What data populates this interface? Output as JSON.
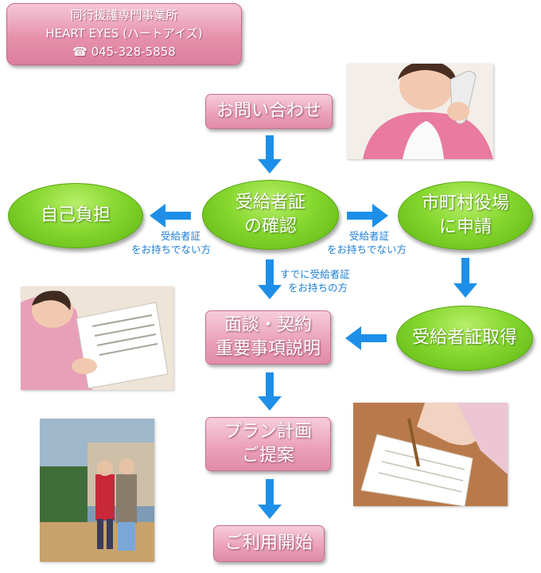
{
  "header": {
    "line1": "同行援護専門事業所",
    "line2": "HEART EYES (ハートアイズ)",
    "phone": "☎ 045-328-5858"
  },
  "flow": {
    "inquiry": "お問い合わせ",
    "confirm": [
      "受給者証",
      "の確認"
    ],
    "self_pay": "自己負担",
    "apply": [
      "市町村役場",
      "に申請"
    ],
    "obtain": "受給者証取得",
    "interview": [
      "面談・契約",
      "重要事項説明"
    ],
    "plan": [
      "プラン計画",
      "ご提案"
    ],
    "start": "ご利用開始"
  },
  "notes": {
    "left_no_cert": [
      "受給者証",
      "をお持ちでない方"
    ],
    "right_no_cert": [
      "受給者証",
      "をお持ちでない方"
    ],
    "has_cert": [
      "すでに受給者証",
      "をお持ちの方"
    ]
  },
  "colors": {
    "pink": "#e691ac",
    "green": "#86d82f",
    "arrow_blue": "#1e8fe8",
    "note_blue": "#1f7fd4"
  }
}
